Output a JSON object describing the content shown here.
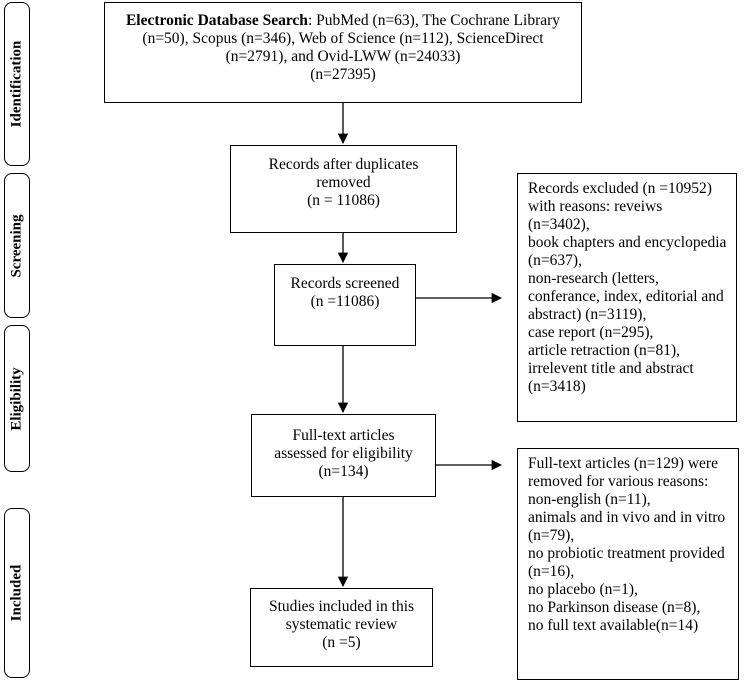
{
  "stages": [
    {
      "label": "Identification"
    },
    {
      "label": "Screening"
    },
    {
      "label": "Eligibility"
    },
    {
      "label": "Included"
    }
  ],
  "identification": {
    "title": "Electronic Database Search",
    "text_lines": [
      ": PubMed (n=63), The Cochrane Library",
      "(n=50), Scopus (n=346), Web of Science (n=112), ScienceDirect",
      "(n=2791), and Ovid-LWW (n=24033)",
      "(n=27395)"
    ]
  },
  "duplicates_removed": {
    "lines": [
      "Records after duplicates",
      "removed",
      "(n = 11086)"
    ]
  },
  "records_screened": {
    "lines": [
      "Records screened",
      "(n =11086)"
    ]
  },
  "records_excluded": {
    "lines": [
      "Records excluded (n =10952)",
      "with reasons: reveiws",
      "(n=3402),",
      "book chapters and encyclopedia",
      "(n=637),",
      "non-research (letters,",
      "conferance, index, editorial and",
      "abstract) (n=3119),",
      "case report (n=295),",
      "article retraction (n=81),",
      "irrelevent title and abstract",
      "(n=3418)"
    ]
  },
  "full_text_assessed": {
    "lines": [
      "Full-text articles",
      "assessed for eligibility",
      "(n=134)"
    ]
  },
  "full_text_removed": {
    "lines": [
      "Full-text articles (n=129) were",
      "removed for various reasons:",
      "non-english (n=11),",
      "animals and in vivo and in vitro",
      "(n=79),",
      "no probiotic treatment provided",
      "(n=16),",
      "no placebo (n=1),",
      "no Parkinson disease (n=8),",
      "no full text available(n=14)"
    ]
  },
  "included": {
    "lines": [
      "Studies included in this",
      "systematic review",
      "(n =5)"
    ]
  }
}
